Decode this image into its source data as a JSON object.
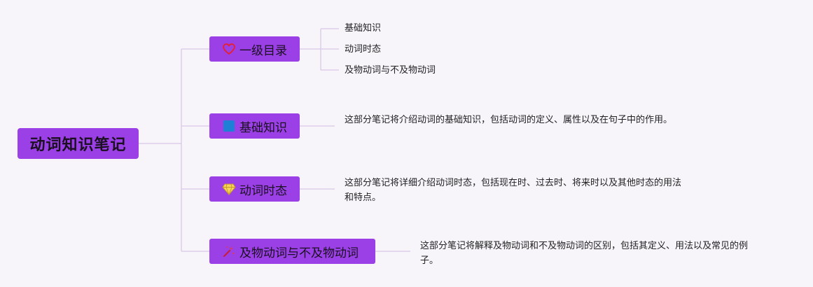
{
  "root": {
    "label": "动词知识笔记"
  },
  "branches": [
    {
      "label": "一级目录",
      "icon": "heart-outline-icon",
      "children": [
        "基础知识",
        "动词时态",
        "及物动词与不及物动词"
      ]
    },
    {
      "label": "基础知识",
      "icon": "blue-square-icon",
      "description": "这部分笔记将介绍动词的基础知识，包括动词的定义、属性以及在句子中的作用。"
    },
    {
      "label": "动词时态",
      "icon": "gem-icon",
      "description": "这部分笔记将详细介绍动词时态，包括现在时、过去时、将来时以及其他时态的用法和特点。"
    },
    {
      "label": "及物动词与不及物动词",
      "icon": "sparkle-icon",
      "description": "这部分笔记将解释及物动词和不及物动词的区别，包括其定义、用法以及常见的例子。"
    }
  ],
  "colors": {
    "node_fill": "#9b3fe6",
    "connector": "#d9c8e6",
    "background": "#f7f4fa"
  }
}
